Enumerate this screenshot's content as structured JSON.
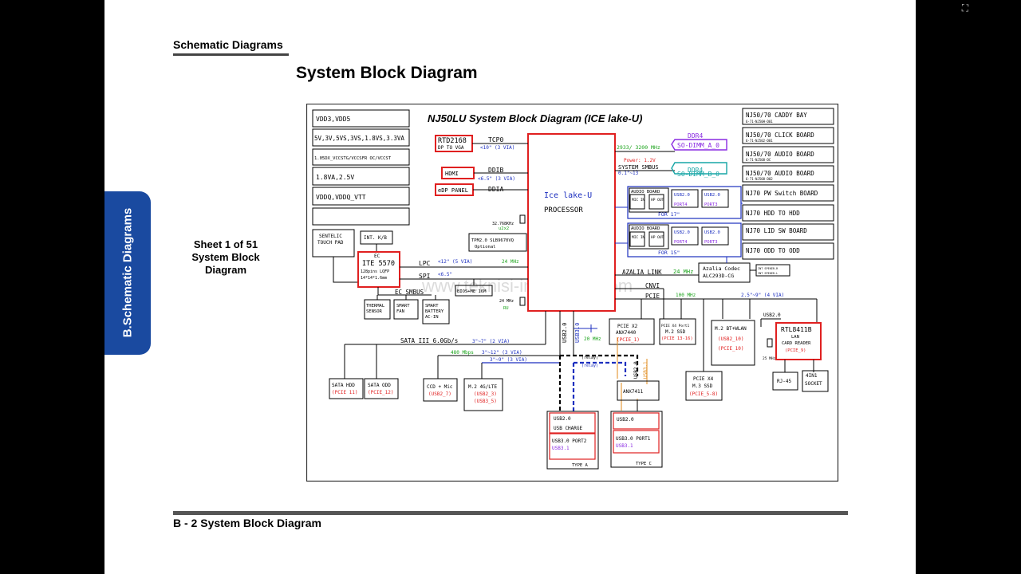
{
  "viewer": {
    "exit_icon": "exit-fullscreen-icon"
  },
  "header": {
    "section": "Schematic  Diagrams",
    "title": "System Block Diagram"
  },
  "side_tab": {
    "label": "B.Schematic Diagrams",
    "color": "#1a4aa0"
  },
  "sheet": {
    "line1": "Sheet 1 of 51",
    "line2": "System Block",
    "line3": "Diagram"
  },
  "footer": {
    "label": "B - 2   System Block Diagram"
  },
  "diagram": {
    "title": "NJ50LU System Block Diagram (ICE lake-U)",
    "watermark": "www.teknisi-indonesia.com",
    "colors": {
      "red": "#e02020",
      "green": "#1aa31a",
      "blue": "#1c2fbf",
      "purple": "#8a2be2",
      "orange": "#e08a1a",
      "teal": "#17a6a6"
    },
    "power_rails": [
      "VDD3,VDD5",
      "5V,3V,5VS,3VS,1.8VS,3.3VA",
      "1.05DX_VCCSTG/VCCSFR OC/VCCST",
      "1.8VA,2.5V",
      "VDDQ,VDDQ_VTT",
      ""
    ],
    "boards": [
      {
        "name": "NJ50/70  CADDY BAY",
        "pn": "6-71-NJ50H-D01"
      },
      {
        "name": "NJ50/70  CLICK BOARD",
        "pn": "6-71-NJ502-D01"
      },
      {
        "name": "NJ50/70  AUDIO BOARD",
        "pn": "6-71-NJ508-DC"
      },
      {
        "name": "NJ50/70  AUDIO BOARD",
        "pn": "6-71-NJ508-D02"
      },
      {
        "name": "NJ70 PW Switch BOARD",
        "pn": ""
      },
      {
        "name": "NJ70  HDD TO HDD",
        "pn": ""
      },
      {
        "name": "NJ70 LID SW BOARD",
        "pn": ""
      },
      {
        "name": "NJ70 ODD TO ODD",
        "pn": ""
      }
    ],
    "cpu": {
      "name": "Ice lake-U",
      "sub": "PROCESSOR"
    },
    "display": {
      "rtd": "RTD2168",
      "rtd_sub": "DP TO VGA",
      "tcp": "TCP0",
      "tcp_len": "<10\"  (3 VIA)",
      "hdmi": "HDMI",
      "ddib": "DDIB",
      "ddib_len": "<6.5\"  (3 VIA)",
      "edp": "eDP PANEL",
      "ddia": "DDIA"
    },
    "memory": {
      "speed": "2933/ 3200 MHz",
      "dimm_a1": "DDR4",
      "dimm_a2": "SO-DIMM_A_0",
      "power": "Power: 1.2V",
      "smbus": "SYSTEM  SMBUS",
      "smbus_len": "0.1\"~13",
      "dimm_b1": "DDR4",
      "dimm_b2": "SO-DIMM_B_0"
    },
    "audio17": {
      "board": "AUDIO  BOARD",
      "mic": "MIC IN",
      "hp": "HP OUT",
      "usb_a": "USB2.0",
      "usb_b": "USB2.0",
      "port_a": "PORT4",
      "port_b": "PORT3",
      "label": "FOR 17\""
    },
    "audio15": {
      "board": "AUDIO  BOARD",
      "mic": "MIC IN",
      "hp": "HP OUT",
      "usb_a": "USB2.0",
      "usb_b": "USB2.0",
      "port_a": "PORT4",
      "port_b": "PORT3",
      "label": "FOR 15\""
    },
    "ec": {
      "touchpad1": "SENTELIC",
      "touchpad2": "TOUCH PAD",
      "kb": "INT. K/B",
      "ec": "EC",
      "ec_name": "ITE 5570",
      "ec_pkg": "128pins  LQFP",
      "ec_size": "14*14*1.6mm",
      "lpc": "LPC",
      "lpc_len": "<12\"  (5 VIA)",
      "lpc_freq": "24 MHz",
      "spi": "SPI",
      "spi_len": "<6.5\"",
      "bios": "BIOS+ME  16M",
      "ec_smbus": "EC SMBUS",
      "thermal1": "THERMAL",
      "thermal2": "SENSOR",
      "fan1": "SMART",
      "fan2": "FAN",
      "batt1": "SMART",
      "batt2": "BATTERY",
      "batt3": "AC-IN",
      "tpm1": "TPM2.0  SLB9670VQ",
      "tpm2": "Optional",
      "xtal1": "32.768KHz",
      "xtal2": "u2x2",
      "xtal3": "24 MHz",
      "xtal4": "RU"
    },
    "audio_codec": {
      "link": "AZALIA  LINK",
      "link_freq": "24 MHz",
      "codec1": "Azalia  Codec",
      "codec2": "ALC293D-CG",
      "spk1": "INT SPEKER-R",
      "spk2": "INT SPEKER-L"
    },
    "pcie": {
      "cnvi": "CNVI",
      "pcie": "PCIE",
      "pcie_freq": "100 MHz",
      "pcie_len": "2.5\"~9\"  (4 VIA)",
      "anx7440_1": "PCIE X2",
      "anx7440_2": "ANX7440",
      "anx7440_3": "(PCIE_1)",
      "m2ssd1": "PCIE X4 Port1",
      "m2ssd2": "M.2 SSD",
      "m2ssd3": "(PCIE 13-16)",
      "wlan1": "M.2 BT+WLAN",
      "wlan2": "(USB2_10)",
      "wlan3": "(PCIE_10)",
      "lan_usb": "USB2.0",
      "lan_freq": "25 MHz",
      "lan1": "RTL8411B",
      "lan2": "LAN",
      "lan3": "CARD  READER",
      "lan4": "(PCIE_9)",
      "rj45": "RJ-45",
      "socket1": "4IN1",
      "socket2": "SOCKET",
      "ssd1": "PCIE X4",
      "ssd2": "M.3 SSD",
      "ssd3": "(PCIE_5-8)"
    },
    "storage": {
      "sata": "SATA III 6.0Gb/s",
      "sata_len": "3\"~7\"  (2 VIA)",
      "usb_len1": "480 Mbps",
      "usb_len2": "3\"~12\"  (3 VIA)",
      "usb_len3": "3\"~9\"  (3 VIA)",
      "hdd1": "SATA HDD",
      "hdd2": "(PCIE 11)",
      "odd1": "SATA ODD",
      "odd2": "(PCIE_12)",
      "ccd1": "CCD + Mic",
      "ccd2": "(USB2_7)",
      "lte1": "M.2  4G/LTE",
      "lte2": "(USB2_3)",
      "lte3": "(USB3_5)",
      "usb20": "USB2.0",
      "usb30": "USB3.0",
      "freq20": "20 MHz",
      "relay1": "(relay)",
      "relay2": "(relay)",
      "usb20b": "USB2.0",
      "usb31": "USB3.1"
    },
    "usb_ports": {
      "anx7411": "ANX7411",
      "typea1": "USB2.0",
      "typea2": "USB  CHARGE",
      "typea3": "USB3.0  PORT2",
      "typea4": "USB3.1",
      "typea_label": "TYPE A",
      "typec1": "USB2.0",
      "typec2": "USB3.0  PORT1",
      "typec3": "USB3.1",
      "typec_label": "TYPE C"
    }
  }
}
